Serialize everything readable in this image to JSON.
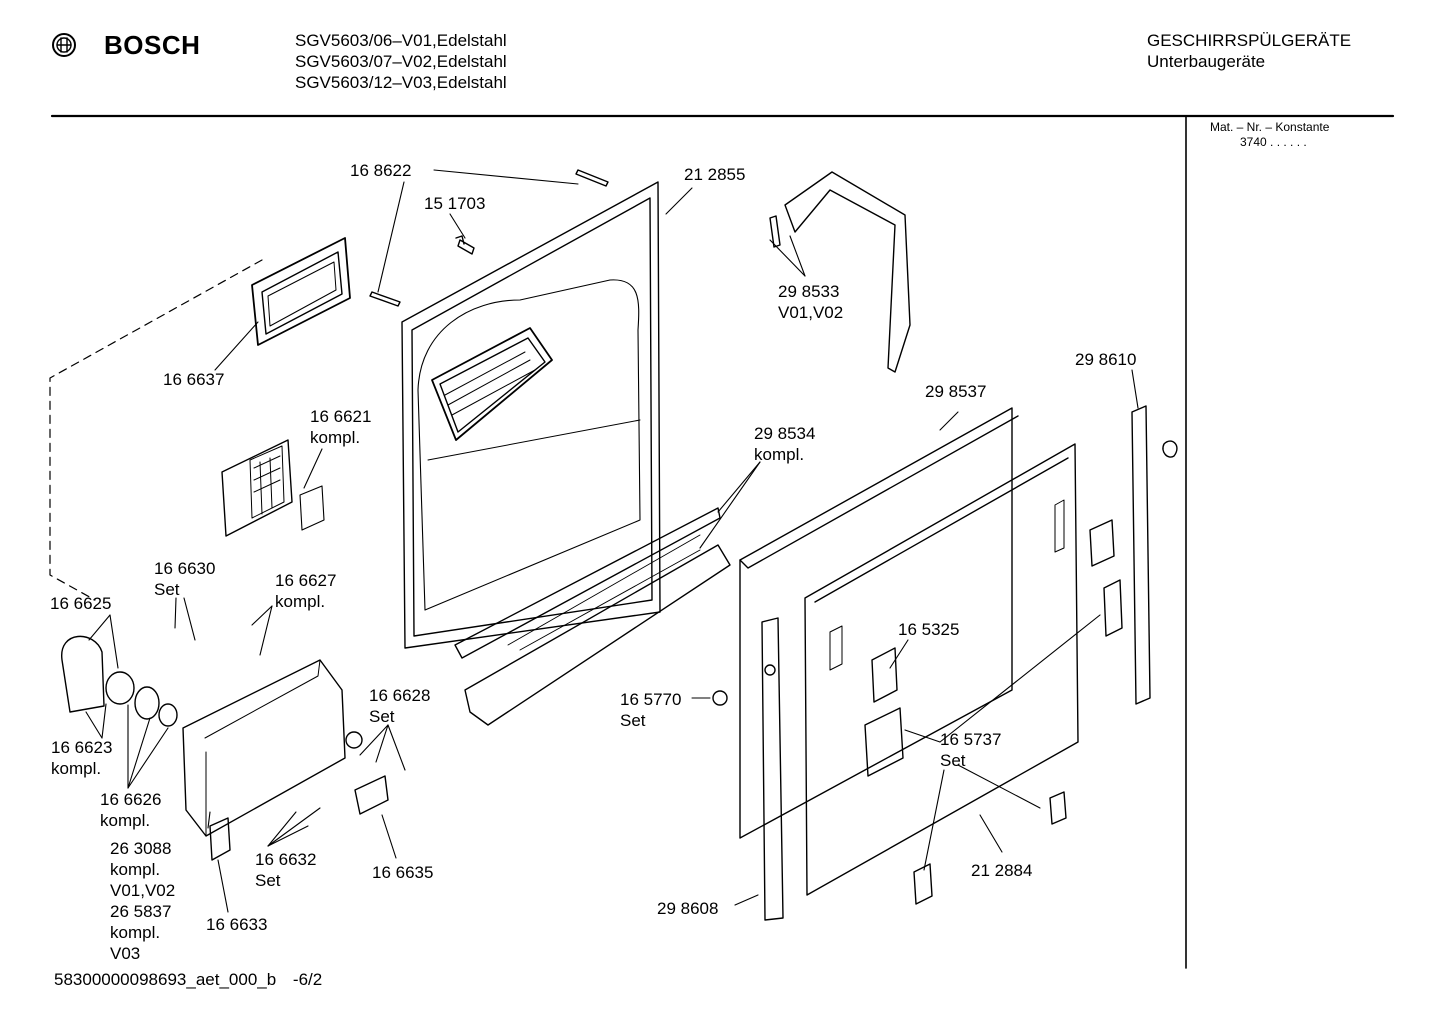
{
  "header": {
    "brand": "BOSCH",
    "models": [
      "SGV5603/06–V01,Edelstahl",
      "SGV5603/07–V02,Edelstahl",
      "SGV5603/12–V03,Edelstahl"
    ],
    "category": "GESCHIRRSPÜLGERÄTE",
    "subcategory": "Unterbaugeräte"
  },
  "sidebar": {
    "matnr_label": "Mat. – Nr. – Konstante",
    "matnr_value": "3740 . . . . . ."
  },
  "footer": {
    "doc_id": "58300000098693_aet_000_b",
    "page": "-6/2"
  },
  "parts": [
    {
      "num": "16 8622"
    },
    {
      "num": "15 1703"
    },
    {
      "num": "21 2855"
    },
    {
      "num": "29 8533",
      "note": "V01,V02"
    },
    {
      "num": "16 6637"
    },
    {
      "num": "16 6621",
      "note": "kompl."
    },
    {
      "num": "29 8610"
    },
    {
      "num": "29 8537"
    },
    {
      "num": "29 8534",
      "note": "kompl."
    },
    {
      "num": "16 6630",
      "note": "Set"
    },
    {
      "num": "16 6627",
      "note": "kompl."
    },
    {
      "num": "16 6625"
    },
    {
      "num": "16 5325"
    },
    {
      "num": "16 5770",
      "note": "Set"
    },
    {
      "num": "16 6628",
      "note": "Set"
    },
    {
      "num": "16 6623",
      "note": "kompl."
    },
    {
      "num": "16 5737",
      "note": "Set"
    },
    {
      "num": "16 6626",
      "note": "kompl."
    },
    {
      "num": "26 3088",
      "note": "kompl.",
      "note2": "V01,V02"
    },
    {
      "num": "26 5837",
      "note": "kompl.",
      "note2": "V03"
    },
    {
      "num": "16 6632",
      "note": "Set"
    },
    {
      "num": "16 6635"
    },
    {
      "num": "21 2884"
    },
    {
      "num": "16 6633"
    },
    {
      "num": "29 8608"
    }
  ]
}
